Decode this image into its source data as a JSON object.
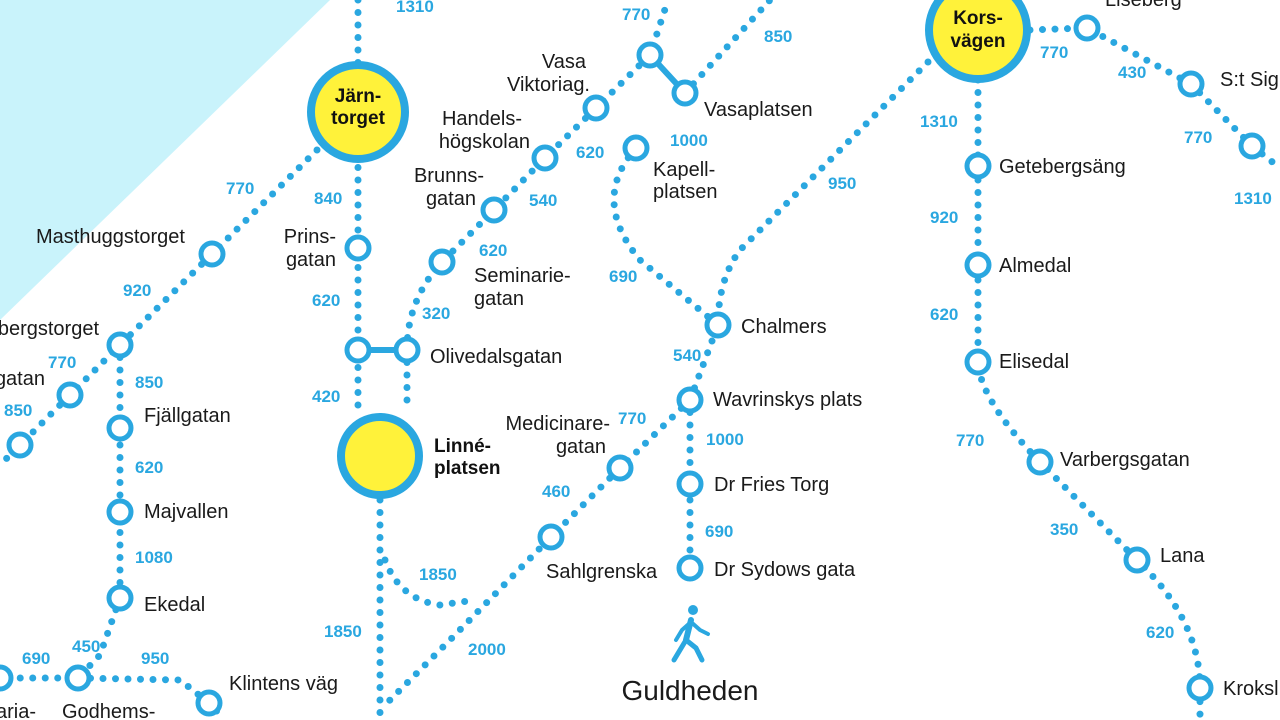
{
  "colors": {
    "line": "#2aa7e0",
    "hub_fill": "#fff23a",
    "water": "#c9f3fb",
    "text": "#1a1a1a"
  },
  "hubs": {
    "jarntorget": [
      "Järn-",
      "torget"
    ],
    "korsvagen": [
      "Kors-",
      "vägen"
    ],
    "linneplatsen": [
      "Linné-",
      "platsen"
    ]
  },
  "stations": {
    "masthuggstorget": "Masthuggstorget",
    "bergstorget": "bergstorget",
    "gatan_left": "gatan",
    "fjallgatan": "Fjällgatan",
    "majvallen": "Majvallen",
    "ekedal": "Ekedal",
    "klintens_vag": "Klintens väg",
    "godhems": "Godhems-",
    "aria": "aria-",
    "prinsgatan": [
      "Prins-",
      "gatan"
    ],
    "olivedalsgatan": "Olivedalsgatan",
    "vasa_viktoriag": [
      "Vasa",
      "Viktoriag."
    ],
    "handelshogskolan": [
      "Handels-",
      "högskolan"
    ],
    "brunnsgatan": [
      "Brunns-",
      "gatan"
    ],
    "seminariegatan": [
      "Seminarie-",
      "gatan"
    ],
    "vasaplatsen": "Vasaplatsen",
    "kapellplatsen": [
      "Kapell-",
      "platsen"
    ],
    "chalmers": "Chalmers",
    "wavrinskys_plats": "Wavrinskys plats",
    "medicinaregatan": [
      "Medicinare-",
      "gatan"
    ],
    "sahlgrenska": "Sahlgrenska",
    "dr_fries_torg": "Dr Fries Torg",
    "dr_sydows_gata": "Dr Sydows gata",
    "getebergsang": "Getebergsäng",
    "almedal": "Almedal",
    "elisedal": "Elisedal",
    "varbergsgatan": "Varbergsgatan",
    "lana": "Lana",
    "kroksl": "Kroksl",
    "liseberg": "Liseberg",
    "st_sig": "S:t Sig"
  },
  "area_label": "Guldheden",
  "distances": {
    "d1310_top": "1310",
    "d770_top": "770",
    "d850_top": "850",
    "d770_jarn": "770",
    "d920_left": "920",
    "d770_left": "770",
    "d850_left": "850",
    "d850_fjall": "850",
    "d620_fjall": "620",
    "d1080": "1080",
    "d690_bl": "690",
    "d450_bl": "450",
    "d950_bl": "950",
    "d840": "840",
    "d620_prins": "620",
    "d420": "420",
    "d320": "320",
    "d620_brunns": "620",
    "d540_handels": "540",
    "d620_vasa": "620",
    "d1000_kapell": "1000",
    "d690_kapell": "690",
    "d950_diag": "950",
    "d540_chalmers": "540",
    "d770_medic": "770",
    "d1000_wav": "1000",
    "d690_fries": "690",
    "d460": "460",
    "d1850_a": "1850",
    "d1850_b": "1850",
    "d2000": "2000",
    "d770_kors": "770",
    "d1310_kors": "1310",
    "d920_kors": "920",
    "d620_kors": "620",
    "d770_elise": "770",
    "d350": "350",
    "d620_lana": "620",
    "d430": "430",
    "d770_right": "770",
    "d1310_right": "1310"
  }
}
